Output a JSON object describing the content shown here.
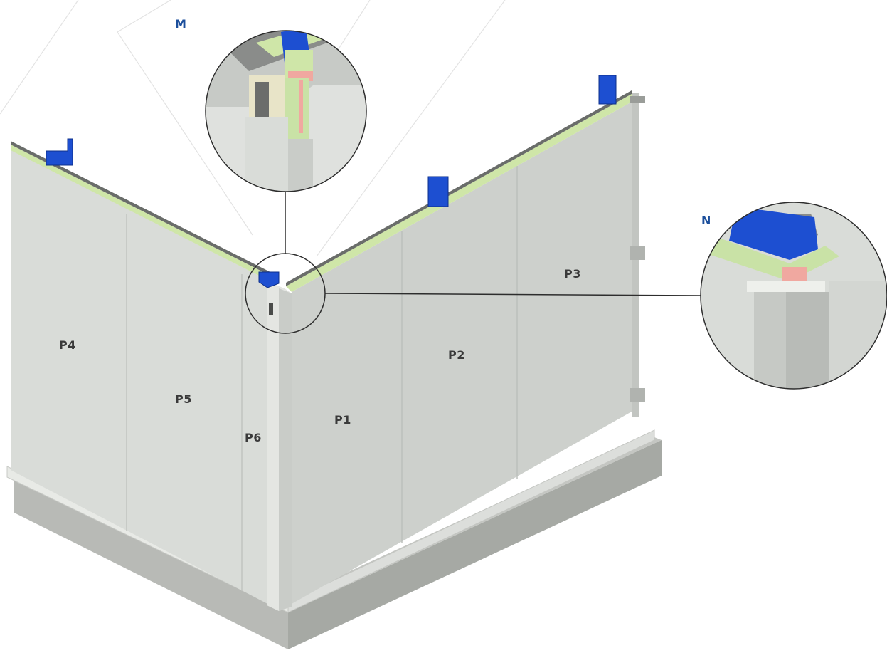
{
  "callouts": {
    "detail_top": "M",
    "detail_right": "N"
  },
  "panels": {
    "p1": "P1",
    "p2": "P2",
    "p3": "P3",
    "p4": "P4",
    "p5": "P5",
    "p6": "P6"
  },
  "colors": {
    "panel_face": "#d3d6d2",
    "panel_face_light": "#dcdfdb",
    "insulation_core": "#c9e2a6",
    "steel_bracket": "#1d4fd1",
    "callout_text": "#1c4f9c",
    "plinth": "#b3b6b1",
    "seal_strip": "#f0a8a0"
  }
}
